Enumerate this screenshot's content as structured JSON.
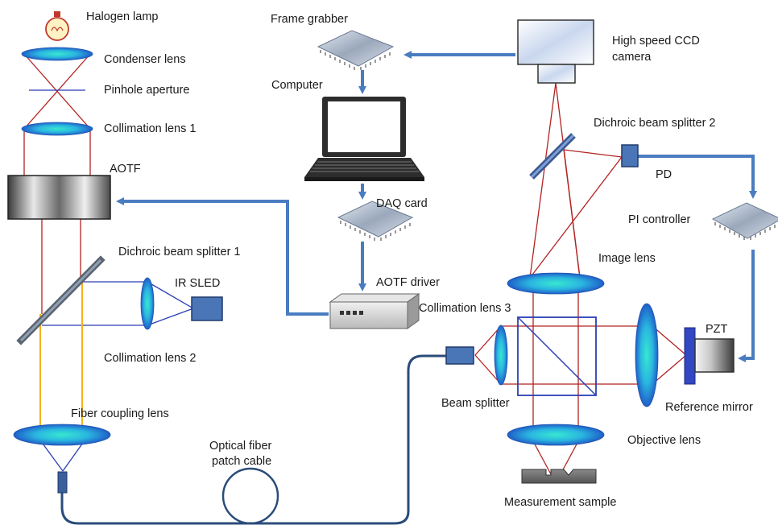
{
  "labels": {
    "halogen_lamp": "Halogen lamp",
    "condenser_lens": "Condenser lens",
    "pinhole_aperture": "Pinhole aperture",
    "collimation_lens_1": "Collimation lens 1",
    "aotf": "AOTF",
    "dichroic_beam_splitter_1": "Dichroic  beam splitter 1",
    "ir_sled": "IR SLED",
    "collimation_lens_2": "Collimation lens 2",
    "fiber_coupling_lens": "Fiber coupling lens",
    "optical_fiber_patch_cable_line1": "Optical fiber",
    "optical_fiber_patch_cable_line2": "patch cable",
    "frame_grabber": "Frame grabber",
    "computer": "Computer",
    "daq_card": "DAQ card",
    "aotf_driver": "AOTF driver",
    "high_speed_ccd_camera_line1": "High speed CCD",
    "high_speed_ccd_camera_line2": "camera",
    "dichroic_beam_splitter_2": "Dichroic  beam splitter 2",
    "pd": "PD",
    "pi_controller": "PI controller",
    "image_lens": "Image lens",
    "collimation_lens_3": "Collimation lens 3",
    "pzt": "PZT",
    "beam_splitter": "Beam  splitter",
    "reference_mirror": "Reference mirror",
    "objective_lens": "Objective lens",
    "measurement_sample": "Measurement sample"
  },
  "colors": {
    "beam_red": "#b22222",
    "beam_blue": "#2b3fb5",
    "beam_yellow": "#f2b21c",
    "signal_arrow": "#4a7cc0",
    "fiber_cable": "#2a4c7a",
    "lens_core": "#1fd1c3",
    "lens_edge": "#1f5fc8"
  }
}
